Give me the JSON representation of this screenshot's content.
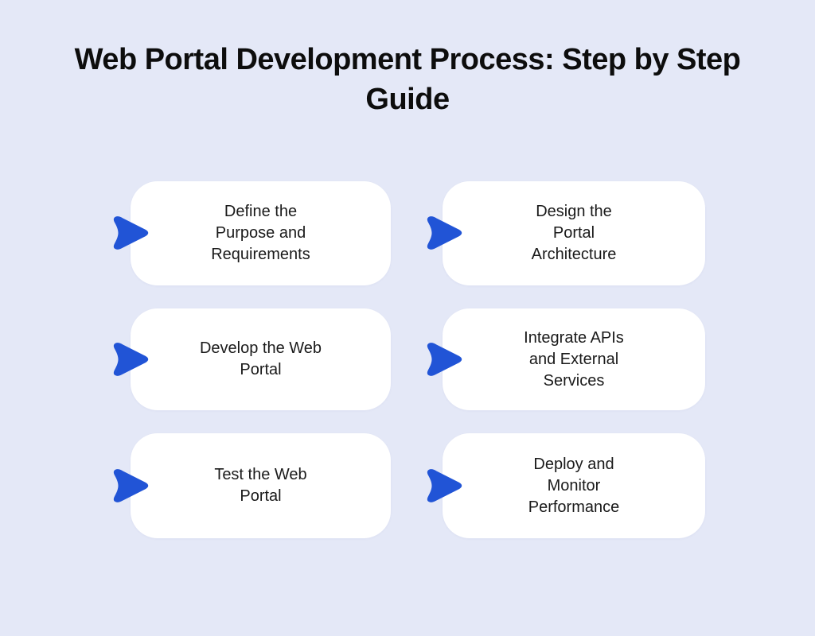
{
  "title": "Web Portal Development Process: Step by Step\nGuide",
  "colors": {
    "background": "#e4e8f7",
    "card_background": "#ffffff",
    "arrow": "#2154d6",
    "title_text": "#0d0d0d",
    "card_text": "#1a1a1a"
  },
  "icons": {
    "step_marker": "arrow-right-icon"
  },
  "steps": [
    {
      "label": "Define the\nPurpose and\nRequirements"
    },
    {
      "label": "Design the\nPortal\nArchitecture"
    },
    {
      "label": "Develop the Web\nPortal"
    },
    {
      "label": "Integrate APIs\nand External\nServices"
    },
    {
      "label": "Test the Web\nPortal"
    },
    {
      "label": "Deploy and\nMonitor\nPerformance"
    }
  ]
}
